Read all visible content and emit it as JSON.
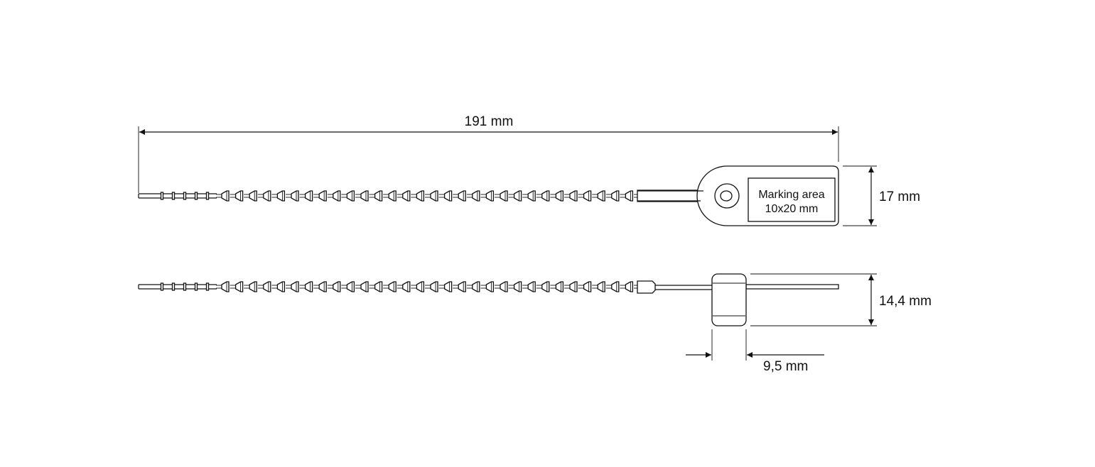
{
  "dimensions": {
    "total_length": "191 mm",
    "tag_height": "17 mm",
    "body_height": "14,4 mm",
    "body_width": "9,5 mm"
  },
  "marking_area": {
    "line1": "Marking area",
    "line2": "10x20 mm"
  },
  "colors": {
    "stroke": "#111111",
    "background": "#ffffff"
  }
}
